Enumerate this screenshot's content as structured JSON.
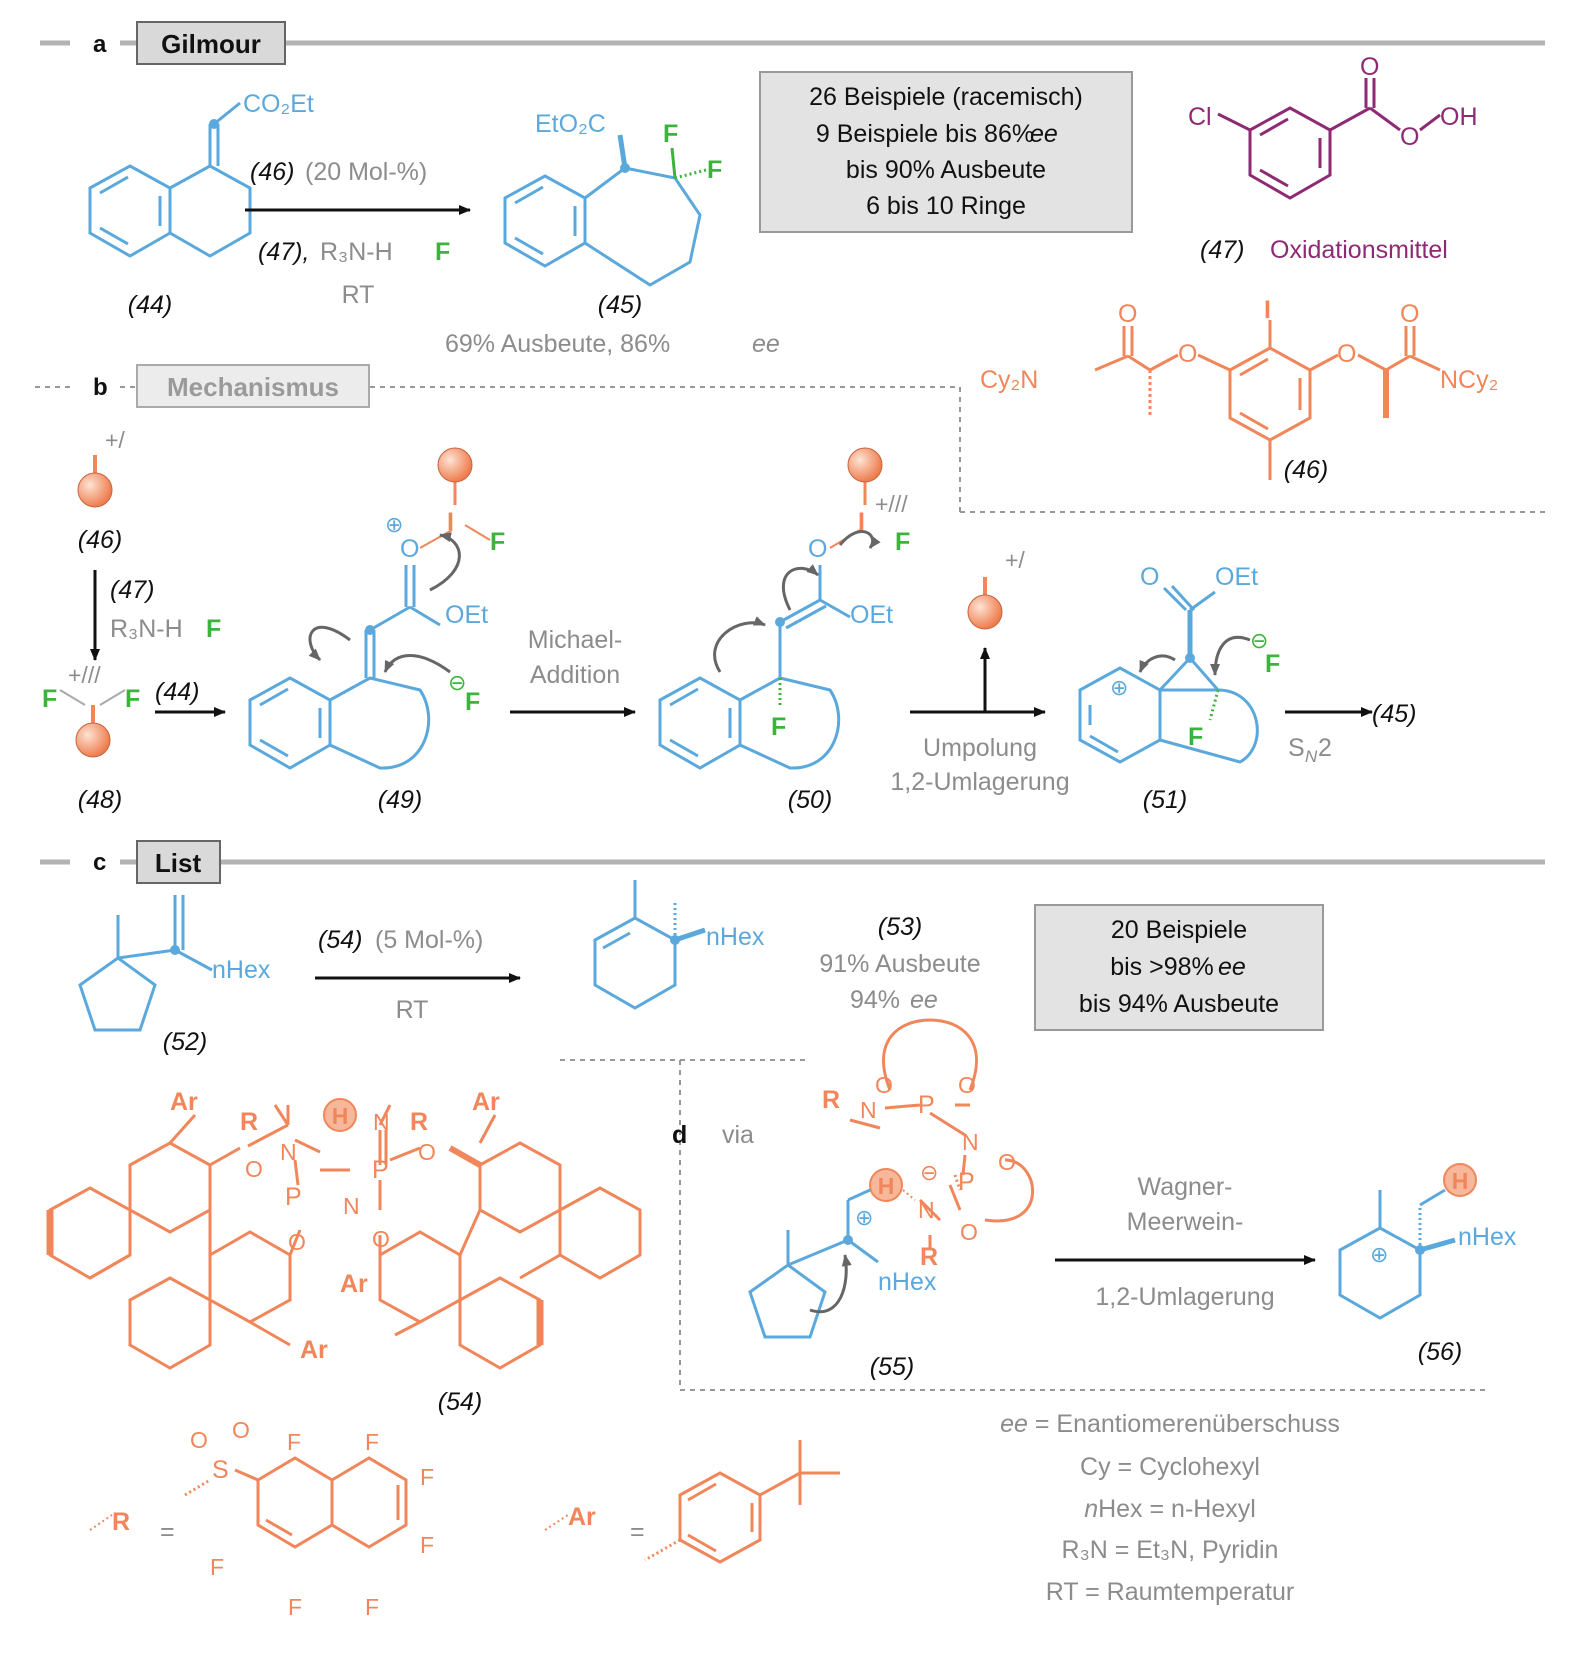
{
  "colors": {
    "blue": "#5ba9dc",
    "orange": "#f0865a",
    "green": "#3cb43c",
    "purple": "#8e2a74",
    "gray": "#8c8c8c",
    "black": "#111111"
  },
  "sections": {
    "a": {
      "letter": "a",
      "title": "Gilmour"
    },
    "b": {
      "letter": "b",
      "title": "Mechanismus"
    },
    "c": {
      "letter": "c",
      "title": "List"
    },
    "d": {
      "letter": "d",
      "via": "via"
    }
  },
  "gilmour": {
    "substrate_ester": "CO₂Et",
    "substrate_label": "(44)",
    "arrow_catalyst": "(46)",
    "arrow_loading": " (20 Mol-%)",
    "arrow_oxidant": "(47),",
    "arrow_reagent": " R₃N-H",
    "arrow_reagent_F": "F",
    "arrow_temp": "RT",
    "product_ester": "EtO₂C",
    "product_F": "F",
    "product_label": "(45)",
    "product_yield": "69% Ausbeute, 86% ",
    "product_ee": "ee",
    "summary": [
      "26 Beispiele (racemisch)",
      "9 Beispiele bis 86% ",
      "bis 90% Ausbeute",
      "6 bis 10 Ringe"
    ],
    "summary_ee": "ee",
    "oxidant_label": "(47)",
    "oxidant_name": "Oxidationsmittel",
    "oxidant_Cl": "Cl",
    "oxidant_O": "O",
    "oxidant_OH": "OH",
    "catalyst_label": "(46)",
    "catalyst_I": "I",
    "catalyst_O": "O",
    "catalyst_amide_left": "Cy₂N",
    "catalyst_amide_right": "NCy₂"
  },
  "mechanism": {
    "iodine_I": "I",
    "iodine_ox1": "+/",
    "iodine_ox3": "+///",
    "label_46": "(46)",
    "reagent_47": "(47)",
    "reagent_amine": "R₃N-H",
    "reagent_F": "F",
    "label_48": "(48)",
    "label_44_arrow": "(44)",
    "label_49": "(49)",
    "label_50": "(50)",
    "label_51": "(51)",
    "label_45": "(45)",
    "OEt": "OEt",
    "O": "O",
    "F": "F",
    "plus": "⊕",
    "minus": "⊖",
    "step_michael_1": "Michael-",
    "step_michael_2": "Addition",
    "step_umpolung_1": "Umpolung",
    "step_umpolung_2": "1,2-Umlagerung",
    "step_sn2_S": "S",
    "step_sn2_sub": "N",
    "step_sn2_2": "2"
  },
  "list": {
    "substrate_label": "(52)",
    "substrate_hex": "nHex",
    "arrow_catalyst": "(54)",
    "arrow_loading": " (5 Mol-%)",
    "arrow_temp": "RT",
    "product_label": "(53)",
    "product_hex": "nHex",
    "product_yield": "91% Ausbeute",
    "product_ee_value": "94% ",
    "product_ee": "ee",
    "summary": [
      "20 Beispiele",
      "bis >98% ",
      "bis 94% Ausbeute"
    ],
    "summary_ee": "ee",
    "catalyst_label": "(54)",
    "catalyst_Ar": "Ar",
    "catalyst_R": "R",
    "catalyst_N": "N",
    "catalyst_P": "P",
    "catalyst_O": "O",
    "catalyst_H": "H",
    "R_def_label": "R",
    "R_def_eq": "=",
    "R_def_S": "S",
    "R_def_O": "O",
    "R_def_F": "F",
    "Ar_def_label": "Ar",
    "Ar_def_eq": "="
  },
  "wagner": {
    "label_55": "(55)",
    "label_56": "(56)",
    "hex": "nHex",
    "step_1": "Wagner-",
    "step_2": "Meerwein-",
    "step_3": "1,2-Umlagerung"
  },
  "legend": [
    {
      "abbr": "ee",
      "text": " = Enantiomerenüberschuss"
    },
    {
      "abbr": "",
      "text": "Cy = Cyclohexyl"
    },
    {
      "abbr": "n",
      "text": "Hex = n-Hexyl"
    },
    {
      "abbr": "",
      "text": "R₃N = Et₃N, Pyridin"
    },
    {
      "abbr": "",
      "text": "RT = Raumtemperatur"
    }
  ]
}
